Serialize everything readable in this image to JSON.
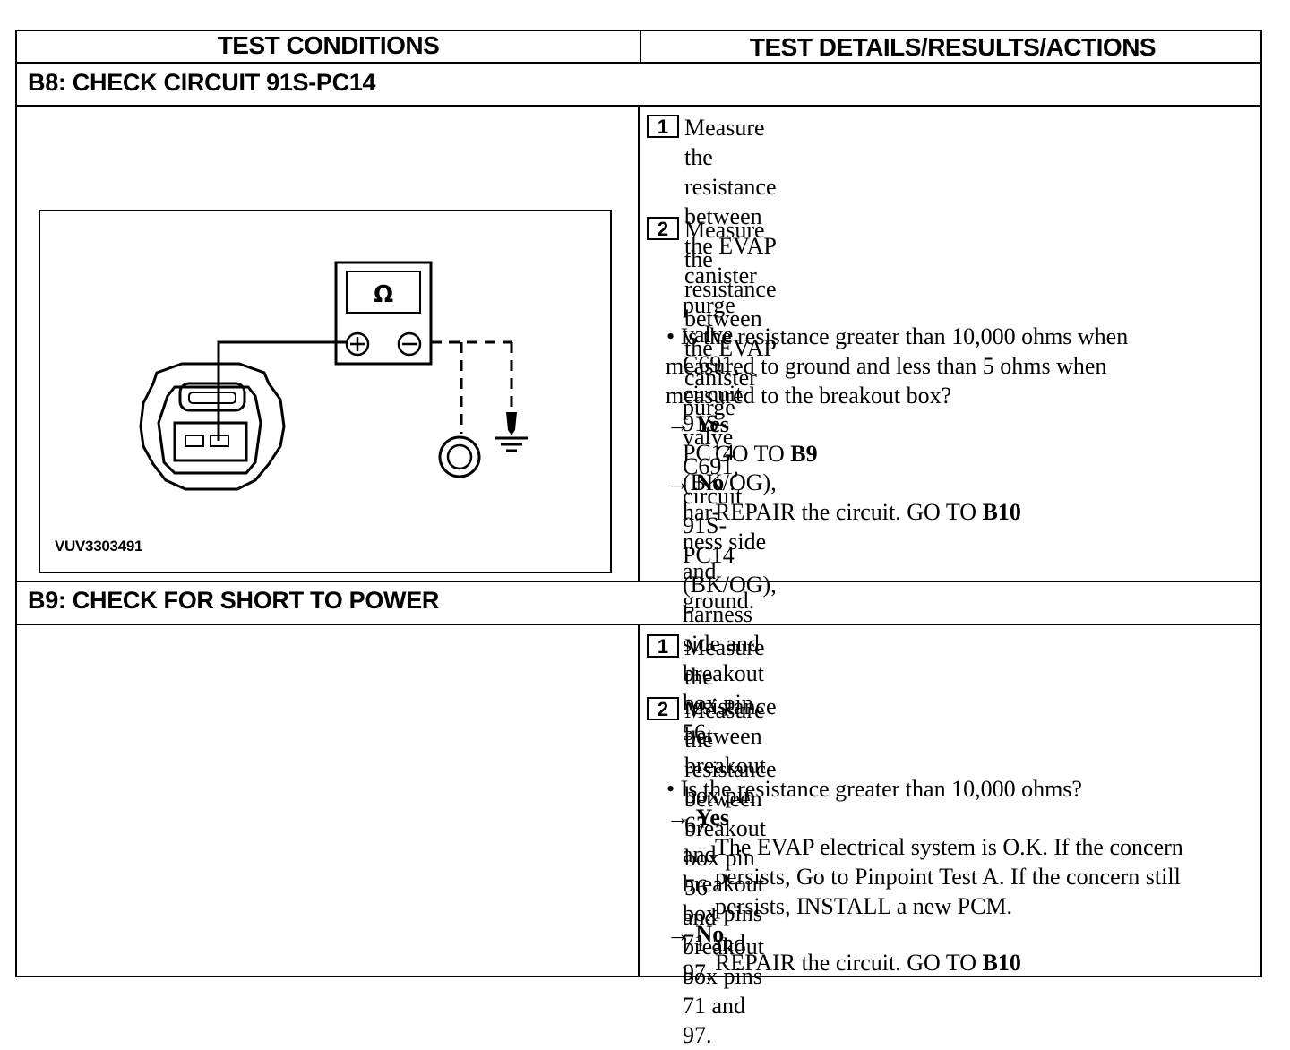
{
  "header": {
    "col1": "TEST CONDITIONS",
    "col2": "TEST DETAILS/RESULTS/ACTIONS"
  },
  "b8": {
    "title": "B8: CHECK CIRCUIT 91S-PC14",
    "figure_code": "VUV3303491",
    "meter_symbol": "Ω",
    "steps": [
      {
        "num": "1",
        "line1": "Measure the resistance between the EVAP canister",
        "line2": "purge valve C691, circuit 91S-PC14 (BK/OG), har-",
        "line3": "ness side and ground."
      },
      {
        "num": "2",
        "line1": "Measure the resistance between the EVAP canister",
        "line2": "purge valve C691, circuit 91S-PC14 (BK/OG),",
        "line3": "harness side and breakout box pin 56."
      }
    ],
    "question": {
      "line1": "• Is the resistance greater than 10,000 ohms when",
      "line2": "measured to ground and less than 5 ohms when",
      "line3": "measured to the breakout box?"
    },
    "yes_label": "Yes",
    "yes_action_pre": "GO TO ",
    "yes_action_target": "B9",
    "no_label": "No",
    "no_action_pre": "REPAIR the circuit. GO TO ",
    "no_action_target": "B10"
  },
  "b9": {
    "title": "B9: CHECK FOR SHORT TO POWER",
    "steps": [
      {
        "num": "1",
        "line1": "Measure the resistance between breakout box pin 67",
        "line2": "and breakout box pins 71 and 97."
      },
      {
        "num": "2",
        "line1": "Measure the resistance between breakout box pin 56",
        "line2": "and breakout box pins 71 and 97."
      }
    ],
    "question": "• Is the resistance greater than 10,000 ohms?",
    "yes_label": "Yes",
    "yes_action": {
      "line1": "The EVAP electrical system is O.K. If the concern",
      "line2": "persists, Go to Pinpoint Test A. If the concern still",
      "line3": "persists, INSTALL a new PCM."
    },
    "no_label": "No",
    "no_action_pre": "REPAIR the circuit. GO TO ",
    "no_action_target": "B10"
  },
  "arrow": "→"
}
